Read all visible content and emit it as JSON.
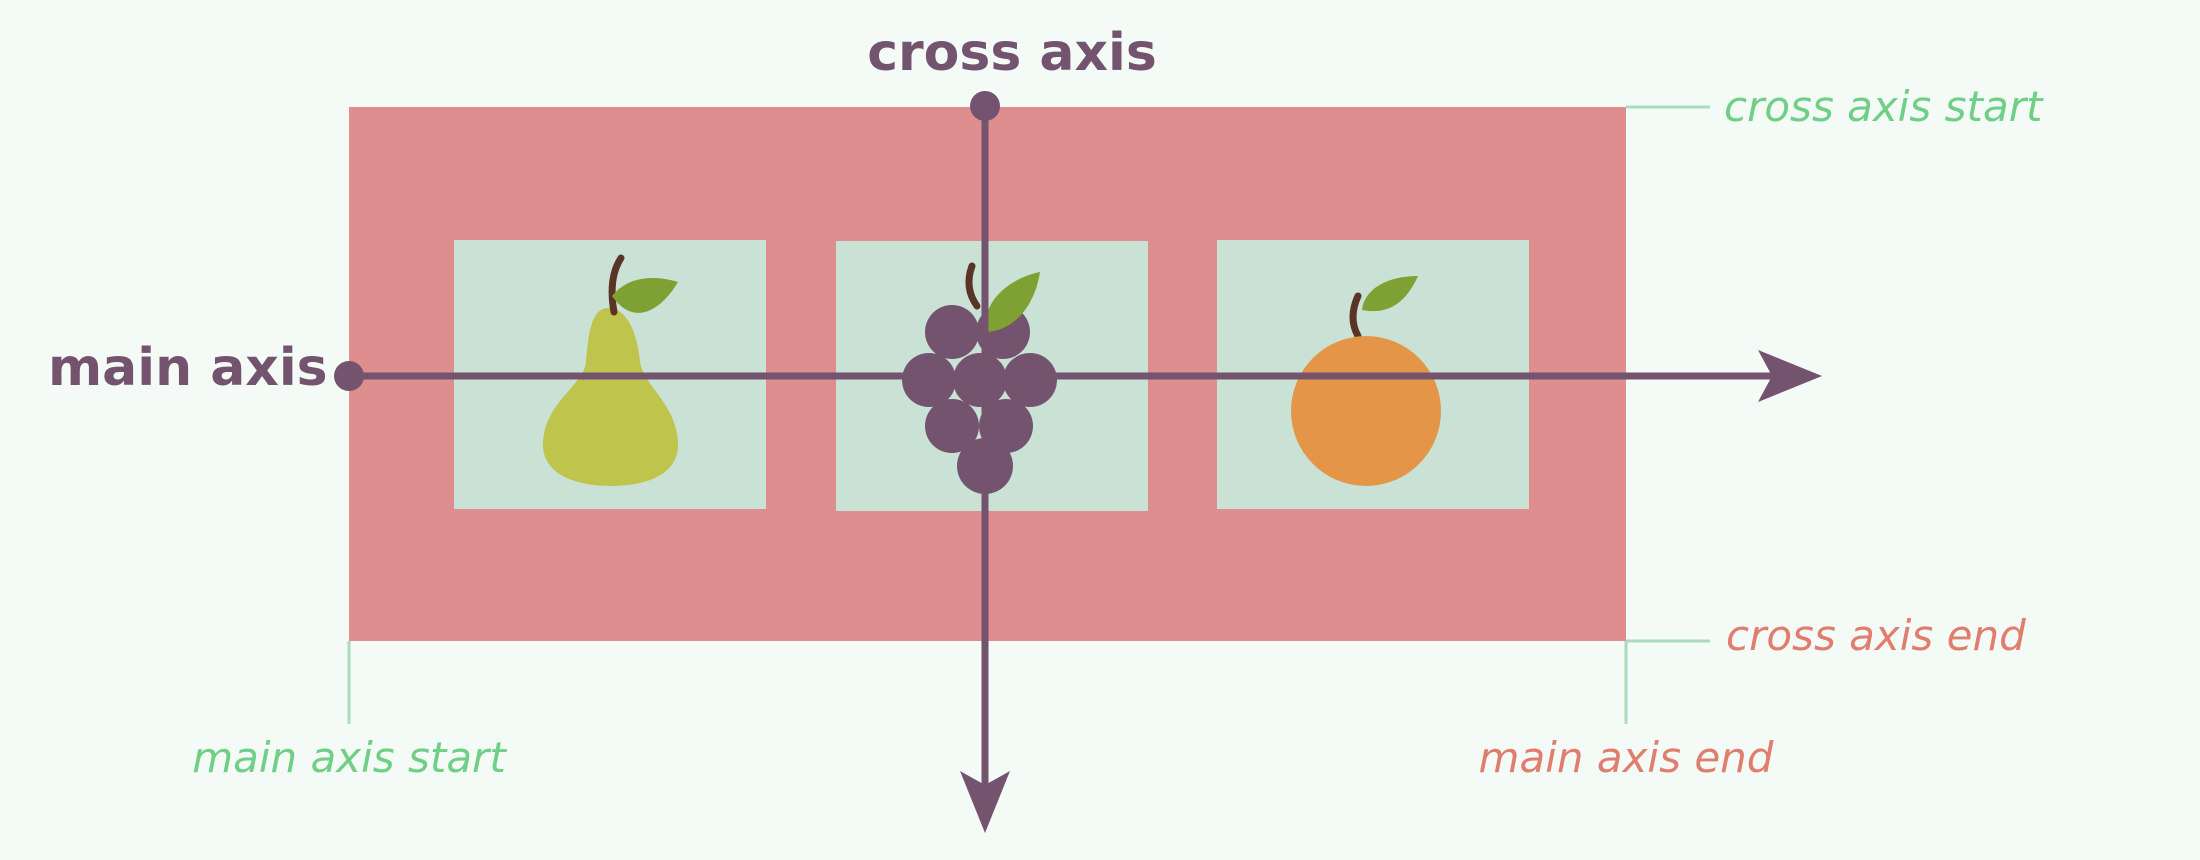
{
  "labels": {
    "cross_axis": "cross axis",
    "main_axis": "main axis",
    "cross_axis_start": "cross axis start",
    "cross_axis_end": "cross axis end",
    "main_axis_start": "main axis start",
    "main_axis_end": "main axis end"
  },
  "items": [
    {
      "icon": "pear-icon"
    },
    {
      "icon": "grapes-icon"
    },
    {
      "icon": "orange-icon"
    }
  ],
  "colors": {
    "background": "#f4fbf6",
    "container": "#de8e8e",
    "item": "#c9e2d5",
    "axis": "#73536e",
    "start_label": "#6fcf87",
    "end_label": "#e07d6c",
    "guide": "#a9dcbb",
    "pear": "#bec44c",
    "leaf": "#7fa032",
    "stem": "#5a3424",
    "grape": "#73536e",
    "orange": "#e59548"
  }
}
